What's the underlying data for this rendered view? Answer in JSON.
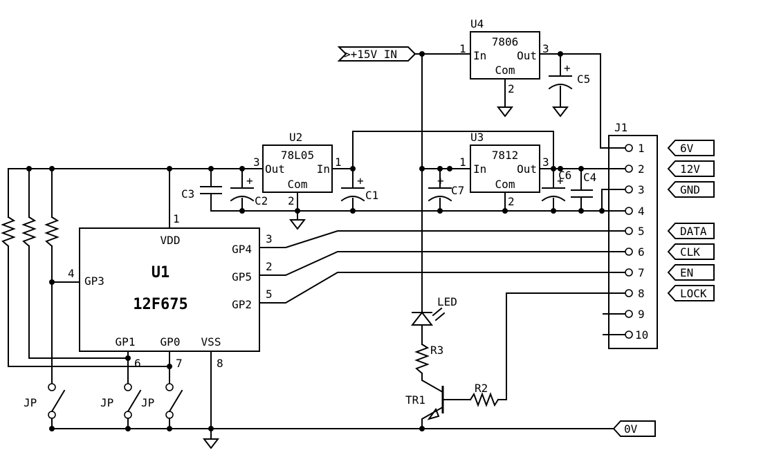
{
  "ports": {
    "vin": ">+15V IN",
    "p6v": "6V",
    "p12v": "12V",
    "gnd": "GND",
    "data": "DATA",
    "clk": "CLK",
    "en": "EN",
    "lock": "LOCK",
    "zero_v": "0V"
  },
  "u1": {
    "ref": "U1",
    "part": "12F675",
    "vdd": "VDD",
    "vss": "VSS",
    "gp0": "GP0",
    "gp1": "GP1",
    "gp2": "GP2",
    "gp3": "GP3",
    "gp4": "GP4",
    "gp5": "GP5",
    "pin_vdd": "1",
    "pin_gp3": "4",
    "pin_gp4": "3",
    "pin_gp5": "2",
    "pin_gp2": "5",
    "pin_gp1": "6",
    "pin_gp0": "7",
    "pin_vss": "8"
  },
  "u2": {
    "ref": "U2",
    "part": "78L05",
    "out": "Out",
    "in": "In",
    "com": "Com",
    "pin_out": "3",
    "pin_in": "1",
    "pin_com": "2"
  },
  "u3": {
    "ref": "U3",
    "part": "7812",
    "out": "Out",
    "in": "In",
    "com": "Com",
    "pin_out": "3",
    "pin_in": "1",
    "pin_com": "2"
  },
  "u4": {
    "ref": "U4",
    "part": "7806",
    "out": "Out",
    "in": "In",
    "com": "Com",
    "pin_out": "3",
    "pin_in": "1",
    "pin_com": "2"
  },
  "capacitors": {
    "c1": "C1",
    "c2": "C2",
    "c3": "C3",
    "c4": "C4",
    "c5": "C5",
    "c6": "C6",
    "c7": "C7"
  },
  "plus": "+",
  "connector": {
    "ref": "J1",
    "pins": [
      "1",
      "2",
      "3",
      "4",
      "5",
      "6",
      "7",
      "8",
      "9",
      "10"
    ]
  },
  "led": "LED",
  "r2": "R2",
  "r3": "R3",
  "tr1": "TR1",
  "jumper": "JP"
}
